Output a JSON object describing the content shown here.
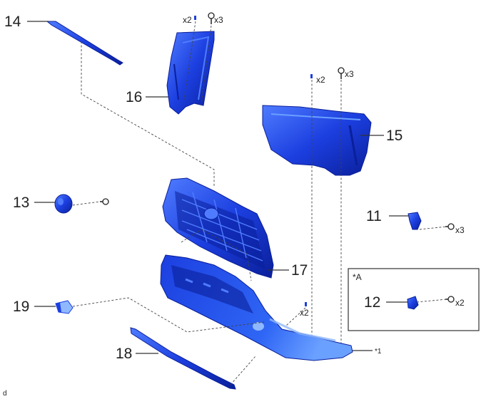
{
  "colors": {
    "part_blue": "#1c3fe0",
    "part_dark": "#0a1f9a",
    "part_light": "#4f7cff",
    "clip_light": "#8fb8ff",
    "line": "#333333"
  },
  "callouts": {
    "p11": "11",
    "p12": "12",
    "p13": "13",
    "p14": "14",
    "p15": "15",
    "p16": "16",
    "p17": "17",
    "p18": "18",
    "p19": "19"
  },
  "quantities": {
    "q16_clip": "x2",
    "q16_screw": "x3",
    "q15_clip": "x2",
    "q15_screw": "x3",
    "q11_screw": "x3",
    "q12_screw": "x2",
    "q_bumper_clip": "x2"
  },
  "notes": {
    "box_label": "*A",
    "mark1": "*1",
    "corner": "d"
  },
  "icons": [
    "screw-icon",
    "clip-icon"
  ]
}
